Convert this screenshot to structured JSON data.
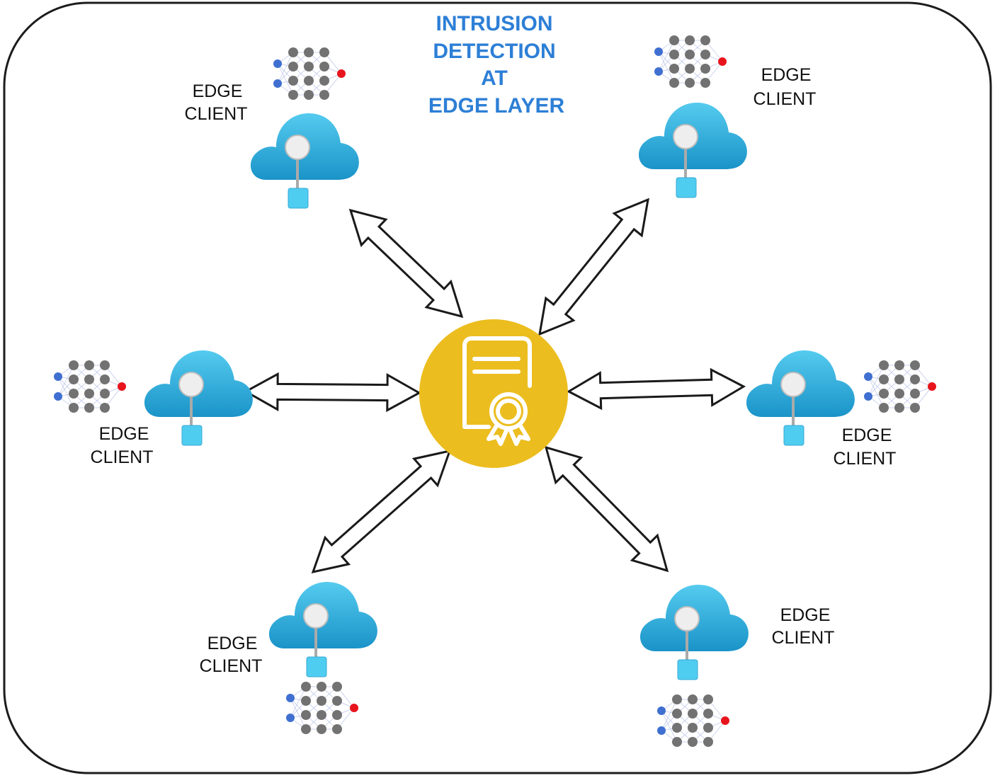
{
  "title": {
    "lines": [
      "INTRUSION",
      "DETECTION",
      "AT",
      "EDGE LAYER"
    ]
  },
  "colors": {
    "title": "#2d7fd6",
    "hub": "#ecbd1f",
    "cloud_top": "#55cbef",
    "cloud_bottom": "#1a93c8",
    "node_input": "#3f6fd0",
    "node_hidden": "#727272",
    "node_output": "#e8141c"
  },
  "hub": {
    "icon": "certificate-document-icon"
  },
  "clients": [
    {
      "id": "top-left",
      "label_lines": [
        "EDGE",
        "CLIENT"
      ],
      "icon": "cloud-node-icon",
      "model_icon": "neural-network-icon"
    },
    {
      "id": "top-right",
      "label_lines": [
        "EDGE",
        "CLIENT"
      ],
      "icon": "cloud-node-icon",
      "model_icon": "neural-network-icon"
    },
    {
      "id": "middle-left",
      "label_lines": [
        "EDGE",
        "CLIENT"
      ],
      "icon": "cloud-node-icon",
      "model_icon": "neural-network-icon"
    },
    {
      "id": "middle-right",
      "label_lines": [
        "EDGE",
        "CLIENT"
      ],
      "icon": "cloud-node-icon",
      "model_icon": "neural-network-icon"
    },
    {
      "id": "bottom-left",
      "label_lines": [
        "EDGE",
        "CLIENT"
      ],
      "icon": "cloud-node-icon",
      "model_icon": "neural-network-icon"
    },
    {
      "id": "bottom-right",
      "label_lines": [
        "EDGE",
        "CLIENT"
      ],
      "icon": "cloud-node-icon",
      "model_icon": "neural-network-icon"
    }
  ],
  "connections": [
    {
      "from": "hub",
      "to": "top-left",
      "style": "double-headed-arrow"
    },
    {
      "from": "hub",
      "to": "top-right",
      "style": "double-headed-arrow"
    },
    {
      "from": "hub",
      "to": "middle-left",
      "style": "double-headed-arrow"
    },
    {
      "from": "hub",
      "to": "middle-right",
      "style": "double-headed-arrow"
    },
    {
      "from": "hub",
      "to": "bottom-left",
      "style": "double-headed-arrow"
    },
    {
      "from": "hub",
      "to": "bottom-right",
      "style": "double-headed-arrow"
    }
  ]
}
